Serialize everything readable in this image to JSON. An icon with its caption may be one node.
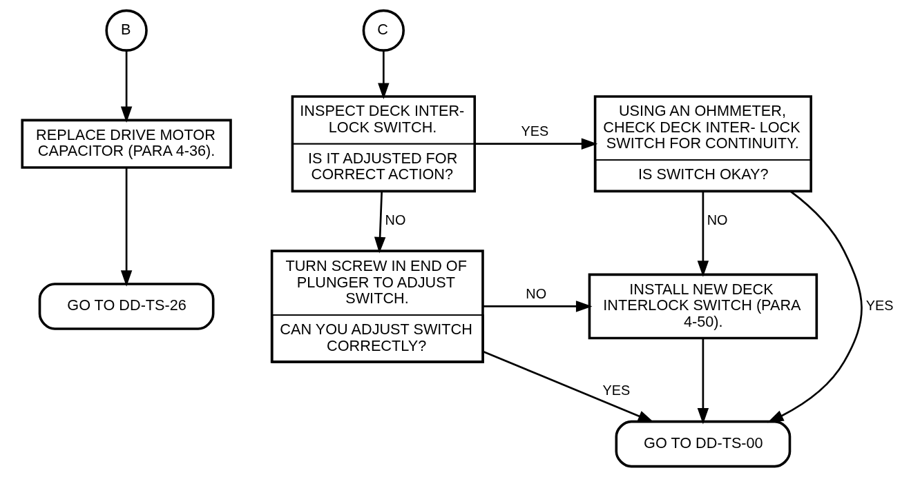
{
  "diagram": {
    "nodes": [
      {
        "text": [
          "B"
        ]
      },
      {
        "text": [
          "REPLACE DRIVE MOTOR CAPACITOR (PARA 4-36)."
        ]
      },
      {
        "text": [
          "GO TO DD-TS-26"
        ]
      },
      {
        "text": [
          "C"
        ]
      },
      {
        "text": [
          "INSPECT DECK INTER- LOCK SWITCH.",
          "IS IT ADJUSTED FOR CORRECT ACTION?"
        ]
      },
      {
        "text": [
          "USING AN OHMMETER, CHECK DECK INTER- LOCK SWITCH FOR CONTINUITY.",
          "IS SWITCH OKAY?"
        ]
      },
      {
        "text": [
          "TURN SCREW IN END OF PLUNGER TO ADJUST SWITCH.",
          "CAN YOU ADJUST SWITCH CORRECTLY?"
        ]
      },
      {
        "text": [
          "INSTALL NEW DECK INTERLOCK SWITCH (PARA 4-50)."
        ]
      },
      {
        "text": [
          "GO TO DD-TS-00"
        ]
      }
    ],
    "edges": [
      {
        "from": 0,
        "to": 1,
        "arrow": "to"
      },
      {
        "from": 1,
        "to": 2,
        "arrow": "to"
      },
      {
        "from": 3,
        "to": 4,
        "arrow": "to"
      },
      {
        "from": 4,
        "to": 5,
        "arrow": "to",
        "label": "YES"
      },
      {
        "from": 4,
        "to": 6,
        "arrow": "to",
        "label": "NO"
      },
      {
        "from": 5,
        "to": 8,
        "arrow": "to",
        "label": "YES"
      },
      {
        "from": 5,
        "to": 7,
        "arrow": "to",
        "label": "NO"
      },
      {
        "from": 6,
        "to": 7,
        "arrow": "to",
        "label": "NO"
      },
      {
        "from": 6,
        "to": 8,
        "arrow": "to",
        "label": "YES"
      },
      {
        "from": 7,
        "to": 8,
        "arrow": "to"
      }
    ]
  }
}
